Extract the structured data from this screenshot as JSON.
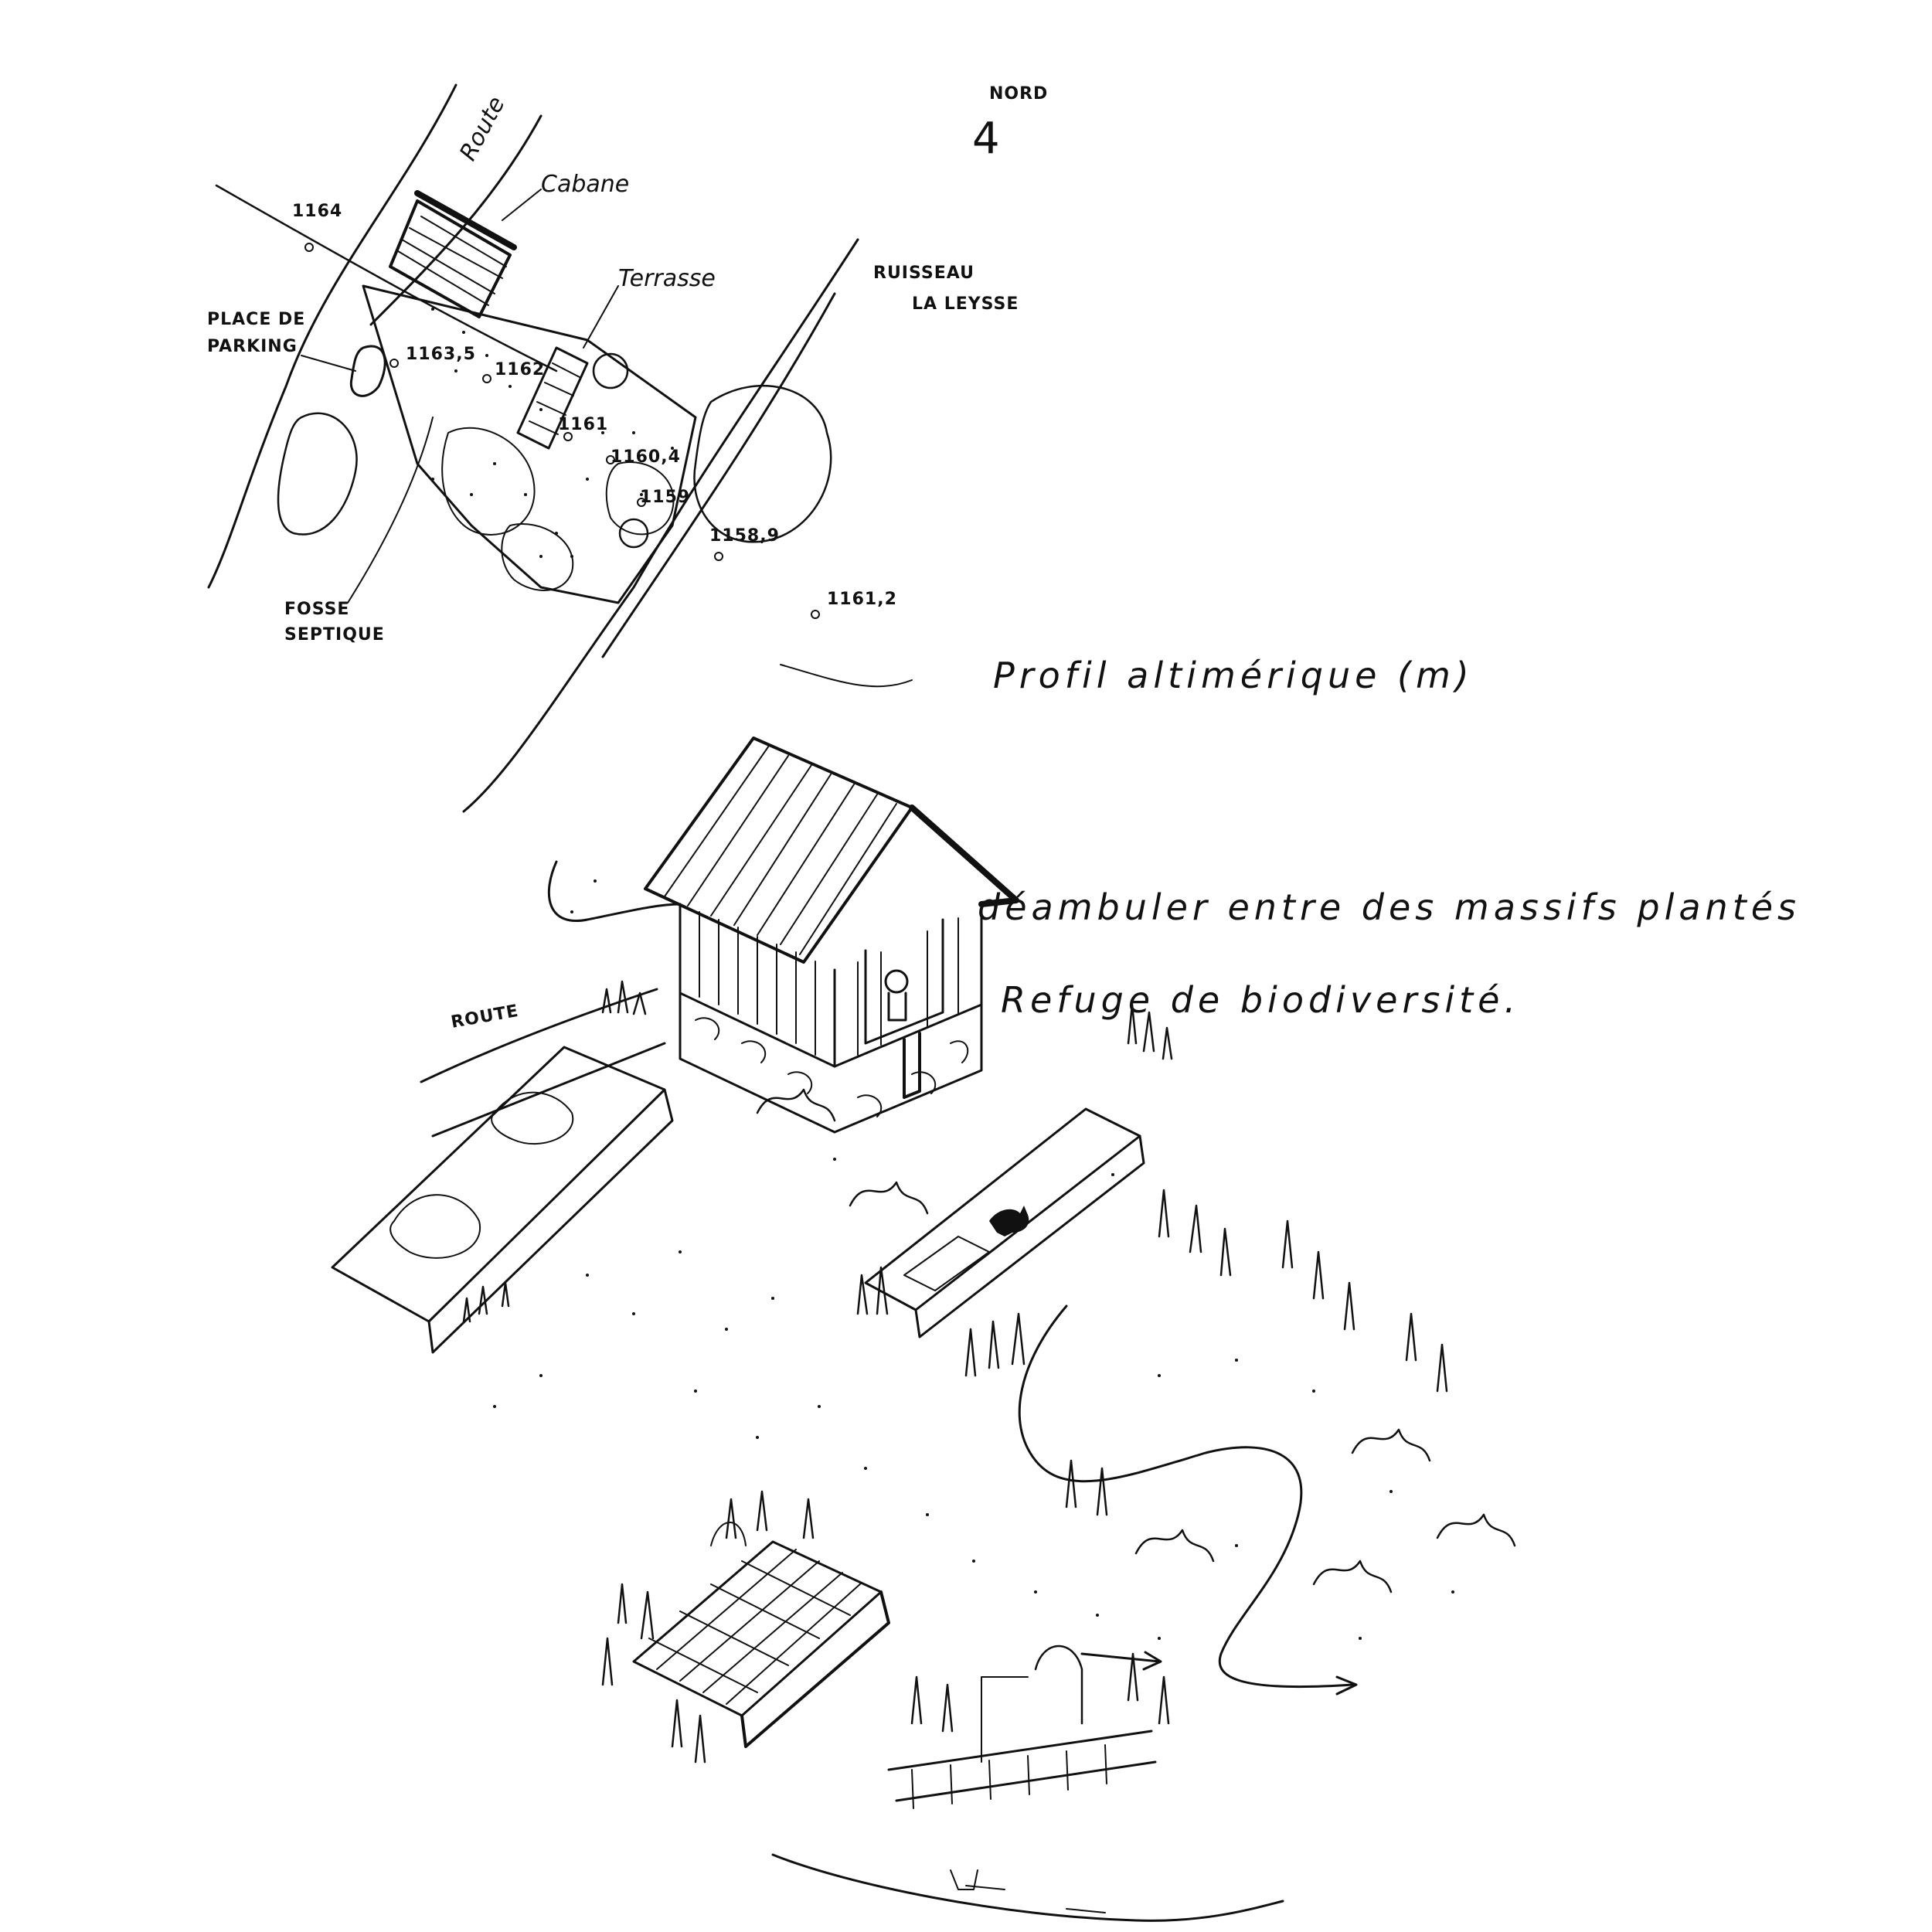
{
  "plan": {
    "north_label": "NORD",
    "north_symbol": "4",
    "road_label": "Route",
    "cabin_label": "Cabane",
    "terrace_label": "Terrasse",
    "stream_label_1": "RUISSEAU",
    "stream_label_2": "LA LEYSSE",
    "parking_label_1": "PLACE DE",
    "parking_label_2": "PARKING",
    "septic_label_1": "FOSSE",
    "septic_label_2": "SEPTIQUE",
    "elevations": [
      "1164",
      "1163,5",
      "1162",
      "1161",
      "1160,4",
      "1159",
      "1158,9",
      "1161,2"
    ],
    "profile_caption": "Profil altimérique (m)"
  },
  "perspective": {
    "road_label": "ROUTE",
    "note_1": "déambuler entre des massifs plantés",
    "note_2": "Refuge de biodiversité."
  }
}
